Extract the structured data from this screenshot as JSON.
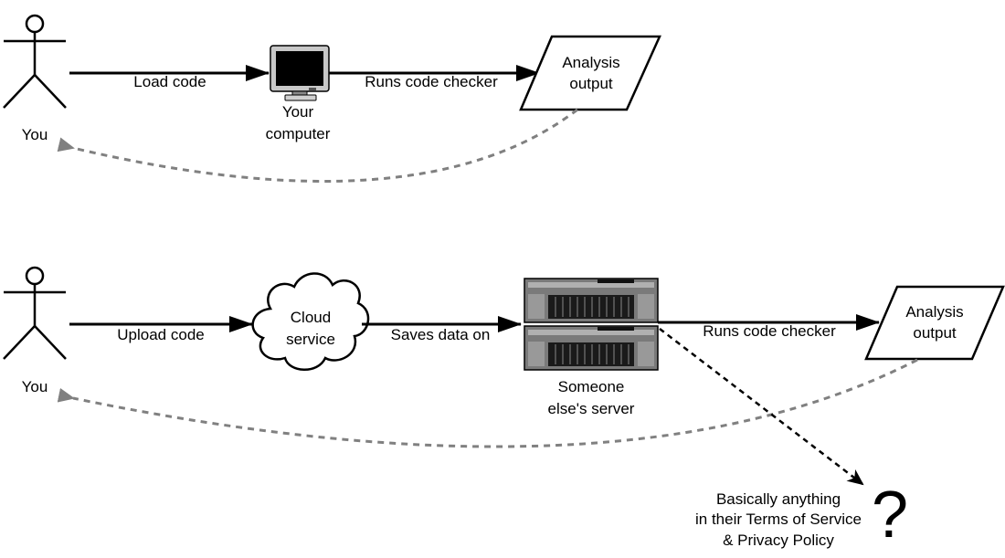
{
  "local_flow": {
    "actor": "You",
    "edge_load": "Load code",
    "computer": [
      "Your",
      "computer"
    ],
    "edge_runs": "Runs code checker",
    "output": [
      "Analysis",
      "output"
    ]
  },
  "cloud_flow": {
    "actor": "You",
    "edge_upload": "Upload code",
    "cloud": [
      "Cloud",
      "service"
    ],
    "edge_saves": "Saves data on",
    "server": [
      "Someone",
      "else's server"
    ],
    "edge_runs": "Runs code checker",
    "output": [
      "Analysis",
      "output"
    ],
    "unknown_symbol": "?",
    "unknown_text": [
      "Basically anything",
      "in their Terms of Service",
      "& Privacy Policy"
    ]
  }
}
